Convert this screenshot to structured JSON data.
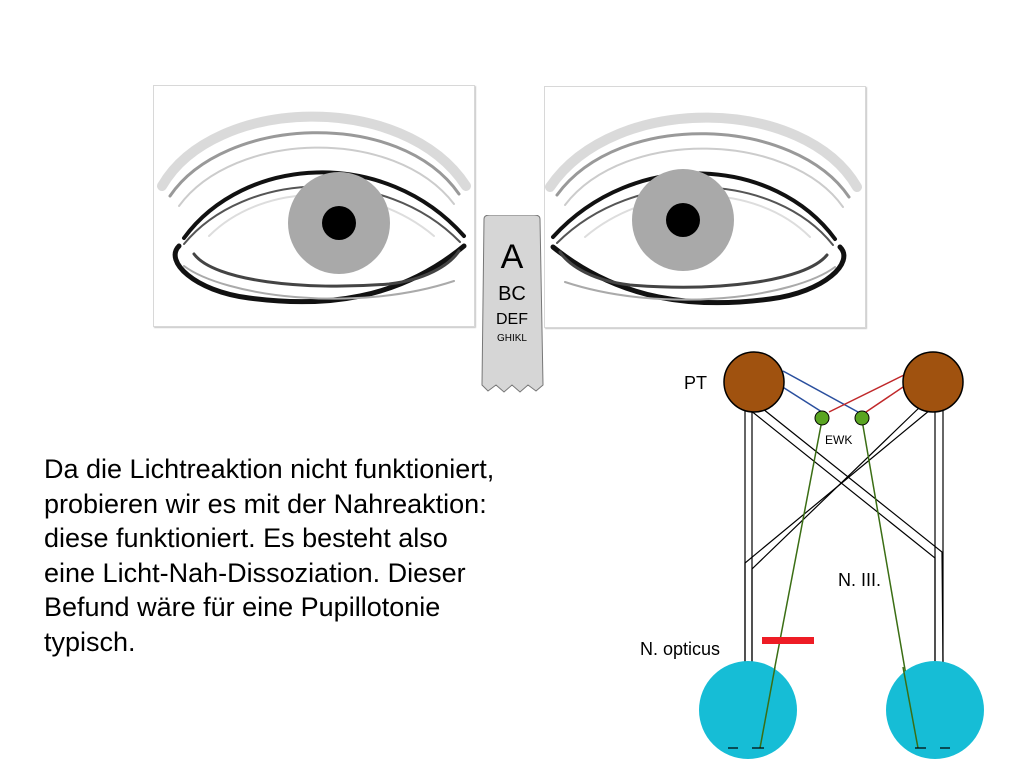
{
  "reading_chart": {
    "row1": "A",
    "row2": "BC",
    "row3": "DEF",
    "row4": "GHIKL"
  },
  "paragraph": [
    "Da die Lichtreaktion nicht funktioniert,",
    "probieren wir es mit der Nahreaktion:",
    "diese funktioniert. Es besteht also",
    "eine Licht-Nah-Dissoziation. Dieser",
    "Befund wäre für eine Pupillotonie",
    "typisch."
  ],
  "diagram_labels": {
    "pretectum": "PT",
    "ewk": "EWK",
    "oculomotor": "N. III.",
    "optic": "N. opticus"
  },
  "colors": {
    "pupil_ring": "#a9a9a9",
    "pupil": "#000000",
    "pretectal_nucleus": "#a0520f",
    "ewk_nucleus": "#5aa522",
    "eyeball": "#16bdd6",
    "blue_pathway": "#2a4f9e",
    "red_pathway": "#c0282a",
    "green_pathway": "#3b6e14",
    "lesion_marker": "#ee1c25"
  }
}
